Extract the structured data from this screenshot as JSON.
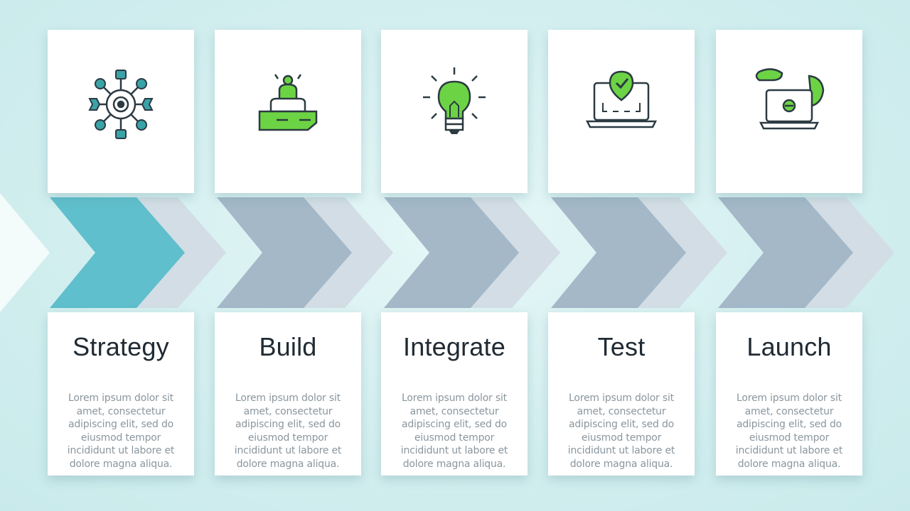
{
  "colors": {
    "background": "#d4eff0",
    "active_arrow": "#5fbfcc",
    "arrow": "#a4b8c8",
    "arrow_light": "#d6dfe6",
    "icon_green": "#6cd444",
    "icon_teal": "#3aa3a8",
    "icon_stroke": "#2c3a42"
  },
  "steps": [
    {
      "title": "Strategy",
      "icon": "gear-network-icon",
      "description": "Lorem ipsum dolor sit amet, consectetur adipiscing elit, sed do eiusmod tempor incididunt ut labore et dolore magna aliqua."
    },
    {
      "title": "Build",
      "icon": "worker-desk-icon",
      "description": "Lorem ipsum dolor sit amet, consectetur adipiscing elit, sed do eiusmod tempor incididunt ut labore et dolore magna aliqua."
    },
    {
      "title": "Integrate",
      "icon": "lightbulb-icon",
      "description": "Lorem ipsum dolor sit amet, consectetur adipiscing elit, sed do eiusmod tempor incididunt ut labore et dolore magna aliqua."
    },
    {
      "title": "Test",
      "icon": "laptop-check-icon",
      "description": "Lorem ipsum dolor sit amet, consectetur adipiscing elit, sed do eiusmod tempor incididunt ut labore et dolore magna aliqua."
    },
    {
      "title": "Launch",
      "icon": "laptop-launch-icon",
      "description": "Lorem ipsum dolor sit amet, consectetur adipiscing elit, sed do eiusmod tempor incididunt ut labore et dolore magna aliqua."
    }
  ]
}
